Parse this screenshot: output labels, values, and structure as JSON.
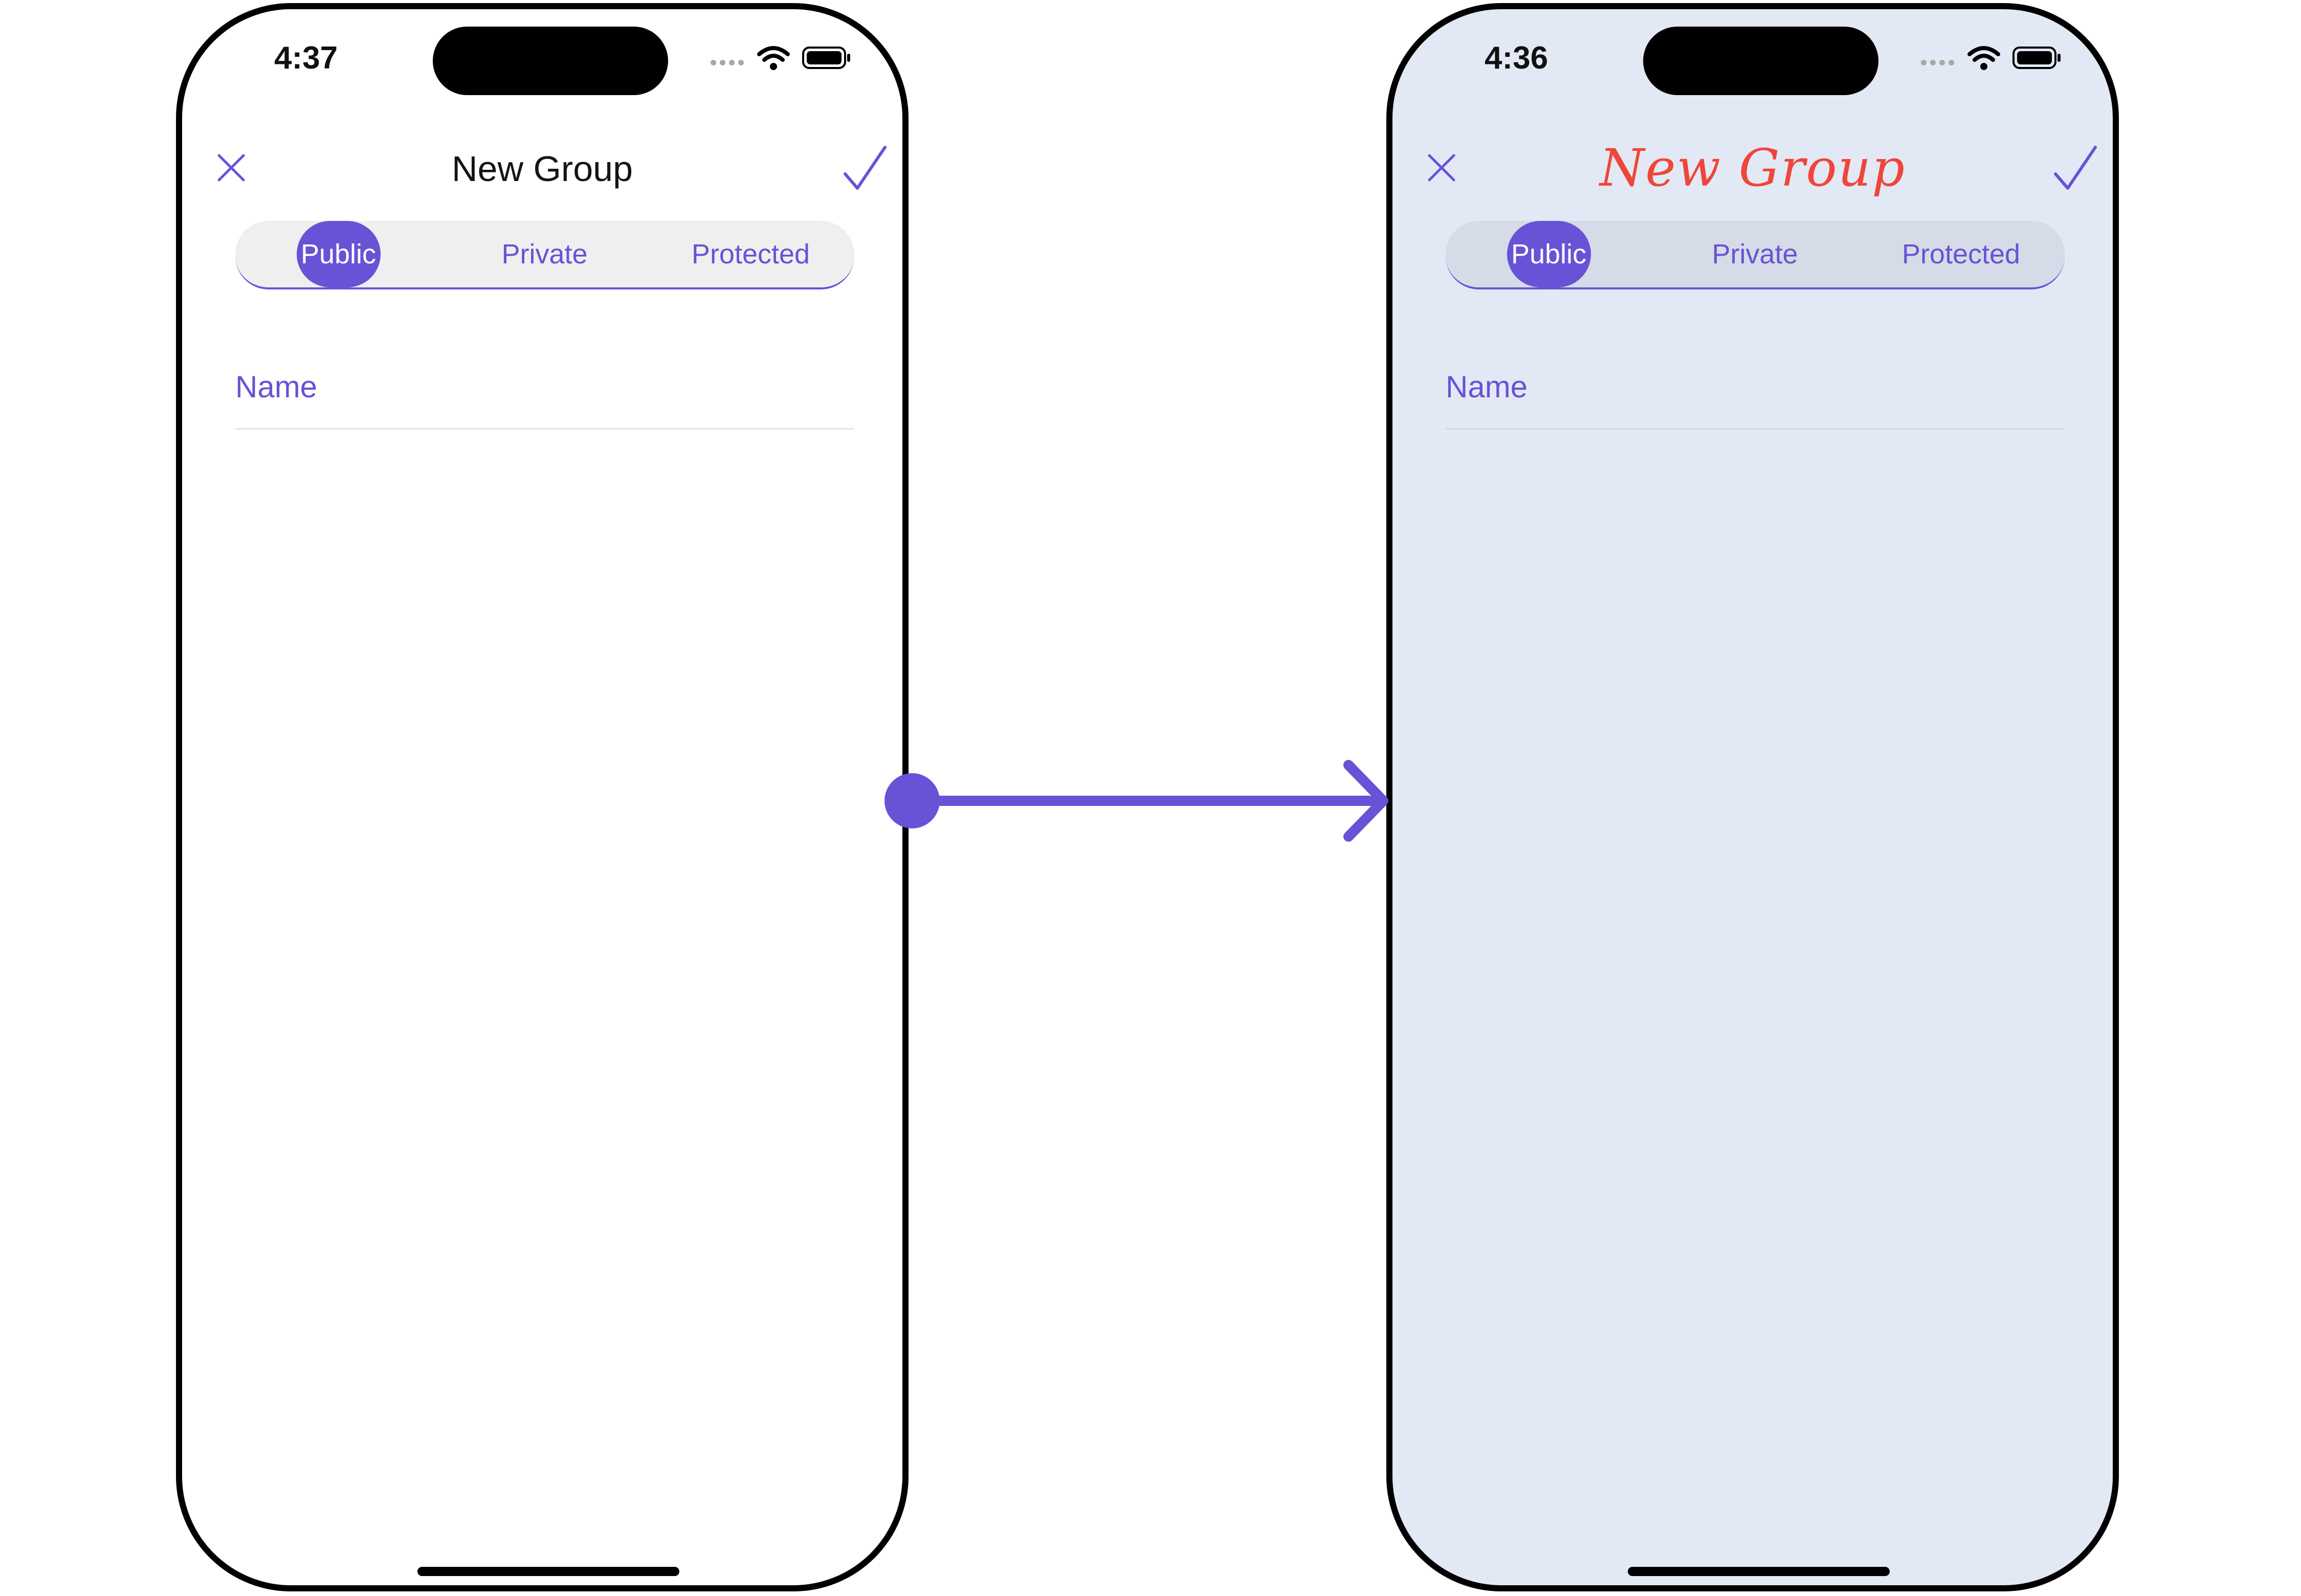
{
  "colors": {
    "accent": "#6852d6",
    "script_title": "#f0453a",
    "right_background": "#e3e9f4",
    "segmented_left": "#efefef",
    "segmented_right": "#d5dbe7",
    "frame": "#000000"
  },
  "left_screen": {
    "status_time": "4:37",
    "title": "New Group",
    "segments": [
      {
        "label": "Public",
        "selected": true
      },
      {
        "label": "Private",
        "selected": false
      },
      {
        "label": "Protected",
        "selected": false
      }
    ],
    "name_placeholder": "Name"
  },
  "right_screen": {
    "status_time": "4:36",
    "title": "New Group",
    "segments": [
      {
        "label": "Public",
        "selected": true
      },
      {
        "label": "Private",
        "selected": false
      },
      {
        "label": "Protected",
        "selected": false
      }
    ],
    "name_placeholder": "Name"
  },
  "icons": {
    "close": "close-icon",
    "confirm": "checkmark-icon",
    "wifi": "wifi-icon",
    "battery": "battery-icon",
    "transition": "arrow-right-icon"
  }
}
